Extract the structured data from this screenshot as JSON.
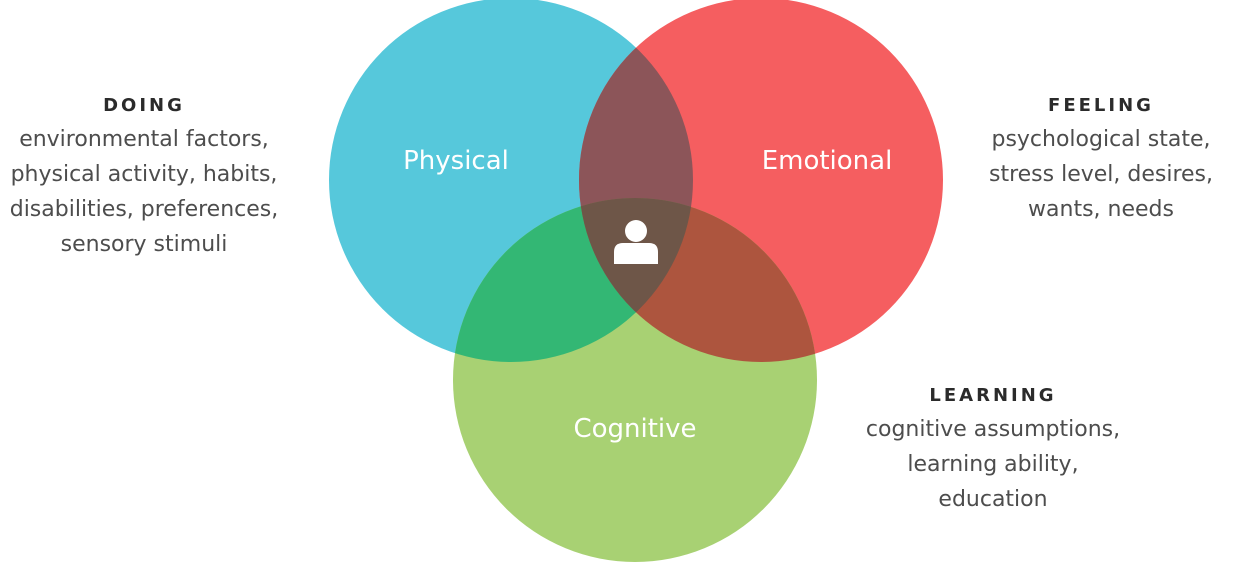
{
  "circles": {
    "physical": {
      "label": "Physical",
      "color": "#56c8db"
    },
    "emotional": {
      "label": "Emotional",
      "color": "#f55e60"
    },
    "cognitive": {
      "label": "Cognitive",
      "color": "#a8d173"
    }
  },
  "overlap_colors": {
    "physical_emotional": "#8c5559",
    "physical_cognitive": "#33b774",
    "emotional_cognitive": "#ad553e",
    "center": "#6e5648"
  },
  "center_icon": "person-icon",
  "doing": {
    "title": "DOING",
    "lines": [
      "environmental factors,",
      "physical activity, habits,",
      "disabilities, preferences,",
      "sensory stimuli"
    ]
  },
  "feeling": {
    "title": "FEELING",
    "lines": [
      "psychological state,",
      "stress level, desires,",
      "wants, needs"
    ]
  },
  "learning": {
    "title": "LEARNING",
    "lines": [
      "cognitive assumptions,",
      "learning ability,",
      "education"
    ]
  }
}
